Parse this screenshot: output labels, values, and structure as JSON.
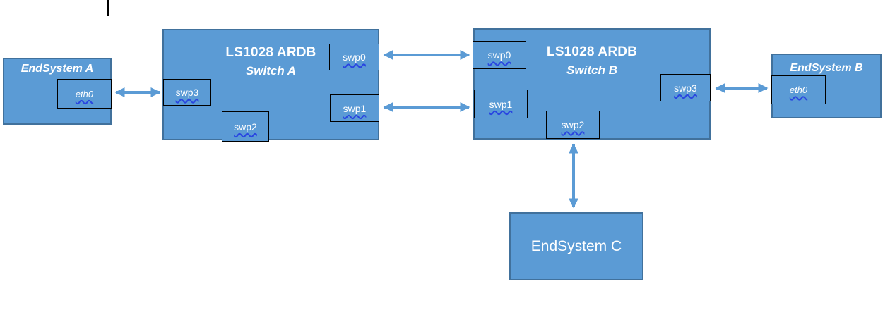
{
  "colors": {
    "node_fill": "#5B9BD5",
    "node_border": "#41719C",
    "port_border": "#000000",
    "arrow": "#5B9BD5",
    "label_text": "#FFFFFF",
    "squiggle": "#2946E0"
  },
  "nodes": {
    "endsystem_a": {
      "label": "EndSystem A",
      "port_eth0": "eth0"
    },
    "switch_a": {
      "model": "LS1028 ARDB",
      "name": "Switch A",
      "ports": {
        "swp0": "swp0",
        "swp1": "swp1",
        "swp2": "swp2",
        "swp3": "swp3"
      }
    },
    "switch_b": {
      "model": "LS1028 ARDB",
      "name": "Switch B",
      "ports": {
        "swp0": "swp0",
        "swp1": "swp1",
        "swp2": "swp2",
        "swp3": "swp3"
      }
    },
    "endsystem_b": {
      "label": "EndSystem B",
      "port_eth0": "eth0"
    },
    "endsystem_c": {
      "label": "EndSystem C"
    }
  },
  "links": [
    {
      "from": "EndSystem A:eth0",
      "to": "Switch A:swp3",
      "direction": "bidirectional"
    },
    {
      "from": "Switch A:swp0",
      "to": "Switch B:swp0",
      "direction": "bidirectional"
    },
    {
      "from": "Switch A:swp1",
      "to": "Switch B:swp1",
      "direction": "bidirectional"
    },
    {
      "from": "Switch B:swp3",
      "to": "EndSystem B:eth0",
      "direction": "bidirectional"
    },
    {
      "from": "Switch B:swp2",
      "to": "EndSystem C",
      "direction": "bidirectional"
    }
  ]
}
